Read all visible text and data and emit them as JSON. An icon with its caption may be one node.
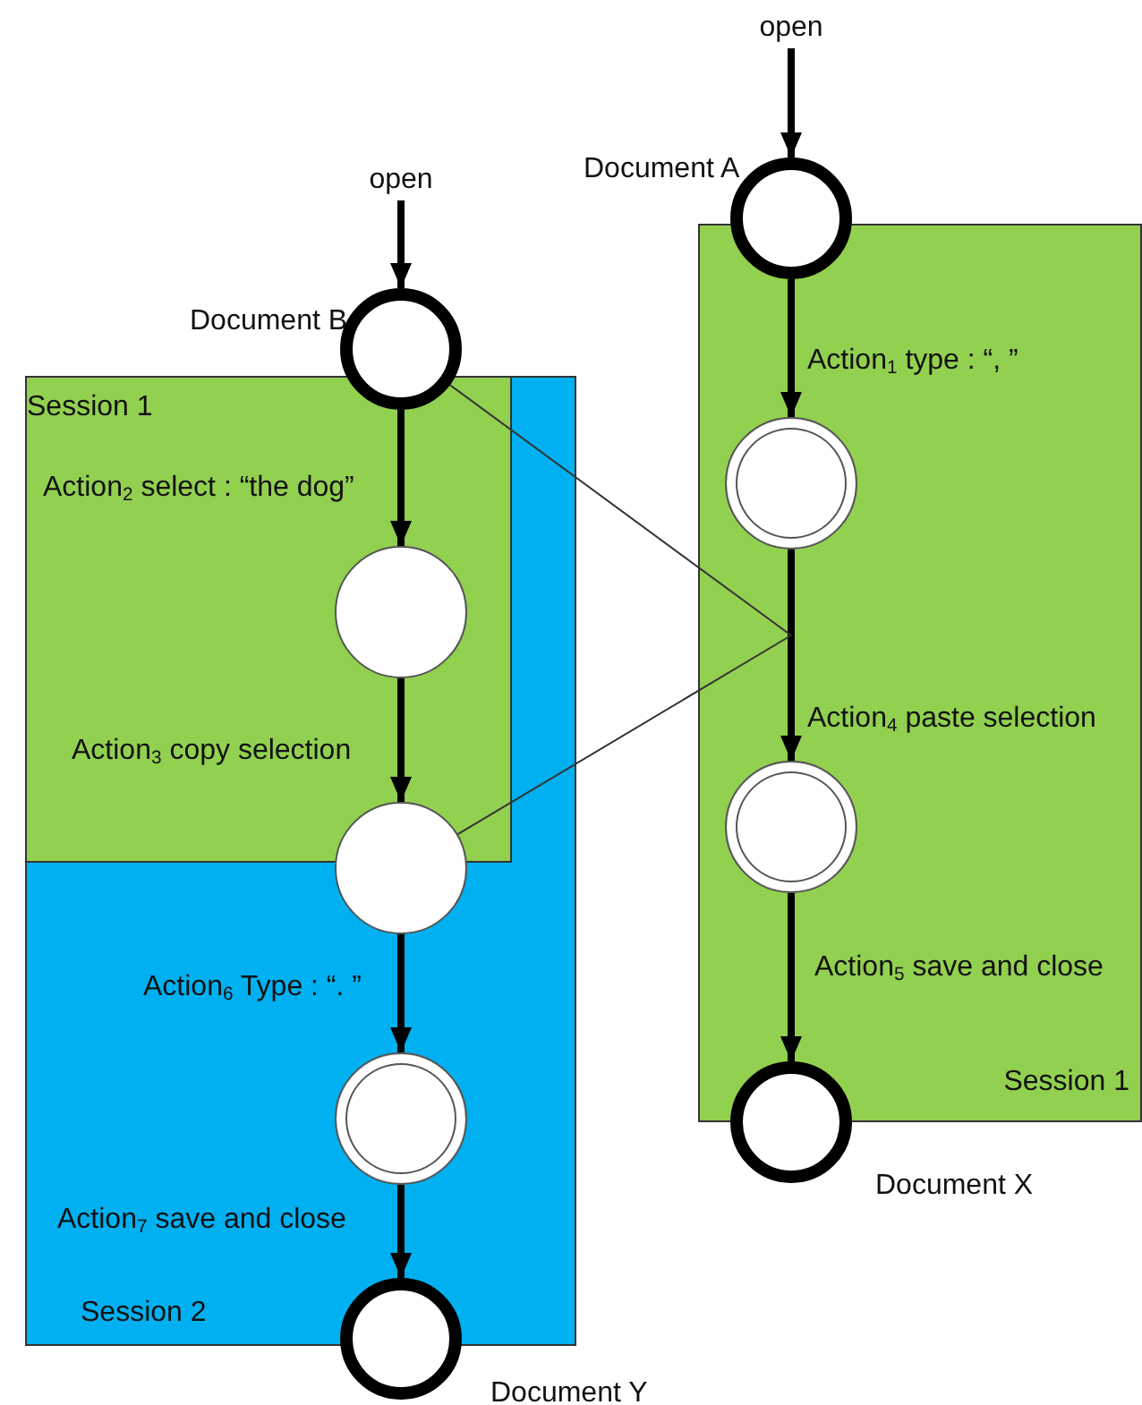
{
  "diagram": {
    "nodes": [
      {
        "text": [
          "Session 2"
        ]
      },
      {
        "text": [
          "Session 1"
        ],
        "in": 0
      },
      {
        "text": [
          "Session 1"
        ]
      },
      {
        "text": [
          "open"
        ]
      },
      {
        "text": [],
        "shape": "circle",
        "beside": [
          "Document B"
        ]
      },
      {
        "text": [],
        "shape": "circle",
        "in": 1
      },
      {
        "text": [],
        "shape": "circle",
        "in": 0
      },
      {
        "text": [],
        "shape": "circle",
        "in": 0
      },
      {
        "text": [],
        "shape": "circle",
        "beside": [
          "Document Y"
        ]
      },
      {
        "text": [
          "open"
        ]
      },
      {
        "text": [],
        "shape": "circle",
        "beside": [
          "Document A"
        ]
      },
      {
        "text": [],
        "shape": "circle",
        "in": 2
      },
      {
        "text": [],
        "shape": "circle",
        "in": 2
      },
      {
        "text": [],
        "shape": "circle",
        "beside": [
          "Document X"
        ]
      }
    ],
    "edges": [
      {
        "from": 3,
        "to": 4,
        "arrow": "to"
      },
      {
        "from": 4,
        "to": 5,
        "arrow": "to",
        "label": "Action$_{2}$ select : “the dog”"
      },
      {
        "from": 5,
        "to": 6,
        "arrow": "to",
        "label": "Action$_{3}$ copy selection"
      },
      {
        "from": 6,
        "to": 7,
        "arrow": "to",
        "label": "Action$_{6}$ Type : “. ”"
      },
      {
        "from": 7,
        "to": 8,
        "arrow": "to",
        "label": "Action$_{7}$ save and close"
      },
      {
        "from": 9,
        "to": 10,
        "arrow": "to"
      },
      {
        "from": 10,
        "to": 11,
        "arrow": "to",
        "label": "Action$_{1}$ type : “, ”"
      },
      {
        "from": 11,
        "to": 12,
        "arrow": "to",
        "label": "Action$_{4}$ paste selection"
      },
      {
        "from": 12,
        "to": 13,
        "arrow": "to",
        "label": "Action$_{5}$ save and close"
      },
      {
        "from": 4,
        "to": null,
        "arrow": "none"
      },
      {
        "from": 6,
        "to": null,
        "arrow": "none"
      }
    ]
  }
}
